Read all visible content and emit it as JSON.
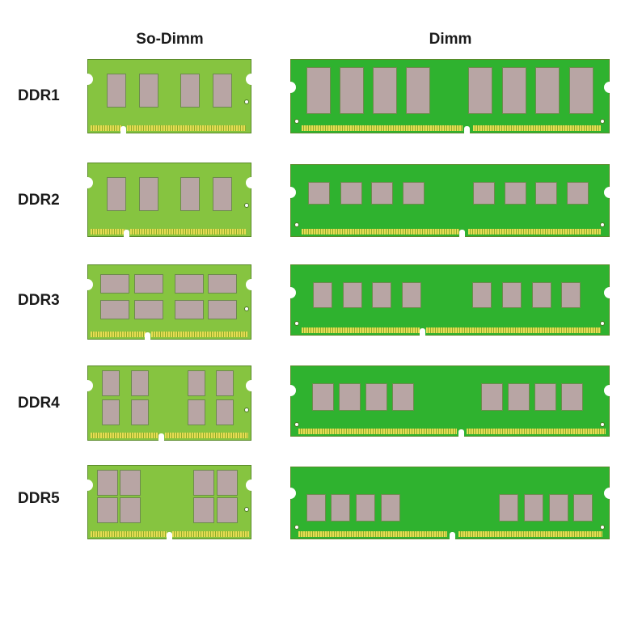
{
  "headers": {
    "sodimm": "So-Dimm",
    "dimm": "Dimm"
  },
  "rows": [
    {
      "label": "DDR1"
    },
    {
      "label": "DDR2"
    },
    {
      "label": "DDR3"
    },
    {
      "label": "DDR4"
    },
    {
      "label": "DDR5"
    }
  ],
  "colors": {
    "sodimm_pcb": "#86c440",
    "dimm_pcb": "#2fb22f",
    "chip": "#b8a5a4",
    "pins": "#e6dd54"
  }
}
